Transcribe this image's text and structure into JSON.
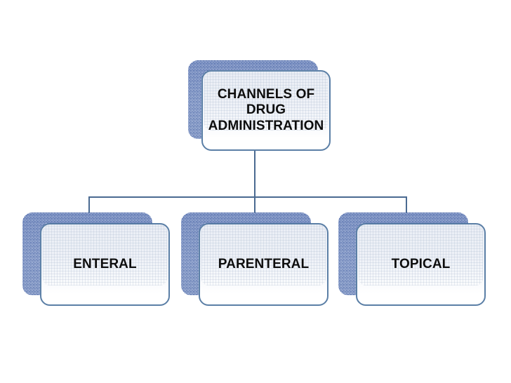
{
  "diagram": {
    "title": "Channels of Drug Administration",
    "type": "hierarchy",
    "background_color": "#ffffff",
    "border_color": "#5b7fa6",
    "connector_color": "#4a6a91",
    "shadow_color": "#5f7fc4",
    "text_color": "#0d0d0d",
    "root": {
      "label": "CHANNELS OF\nDRUG\nADMINISTRATION"
    },
    "children": [
      {
        "label": "ENTERAL"
      },
      {
        "label": "PARENTERAL"
      },
      {
        "label": "TOPICAL"
      }
    ]
  }
}
